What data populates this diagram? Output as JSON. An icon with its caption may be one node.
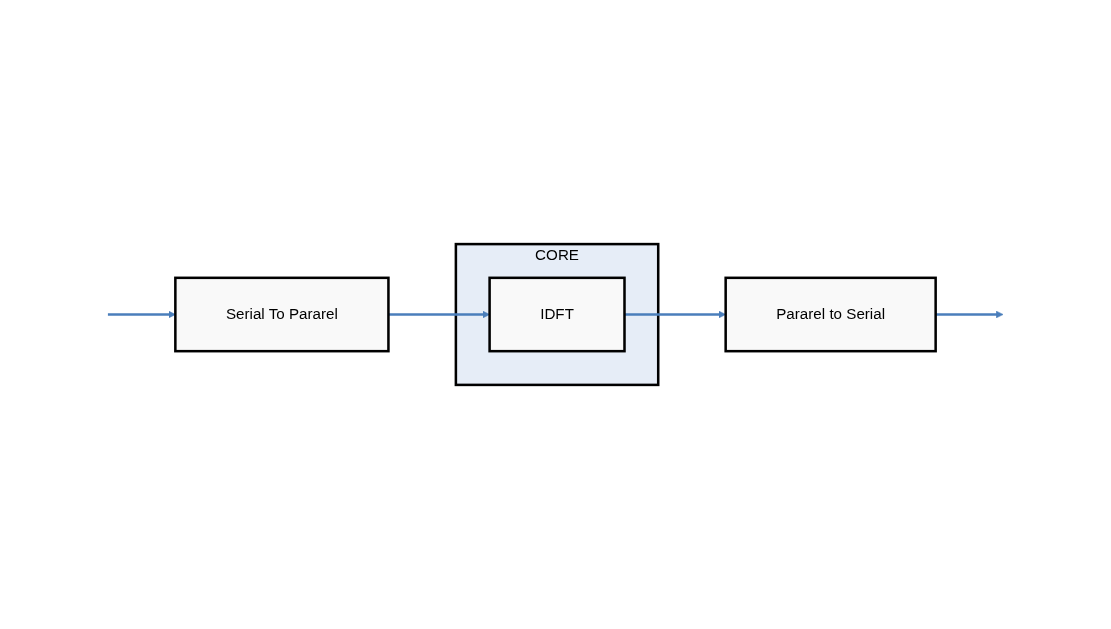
{
  "diagram": {
    "nodes": [
      {
        "text": [
          "Serial To Pararel"
        ]
      },
      {
        "text": [
          "CORE"
        ]
      },
      {
        "text": [
          "IDFT"
        ],
        "in": 1
      },
      {
        "text": [
          "Pararel to Serial"
        ]
      }
    ],
    "edges": [
      {
        "from": null,
        "to": 0,
        "arrow": "to"
      },
      {
        "from": 0,
        "to": 2,
        "arrow": "to"
      },
      {
        "from": 2,
        "to": 3,
        "arrow": "to"
      },
      {
        "from": 3,
        "to": null,
        "arrow": "to"
      }
    ]
  }
}
